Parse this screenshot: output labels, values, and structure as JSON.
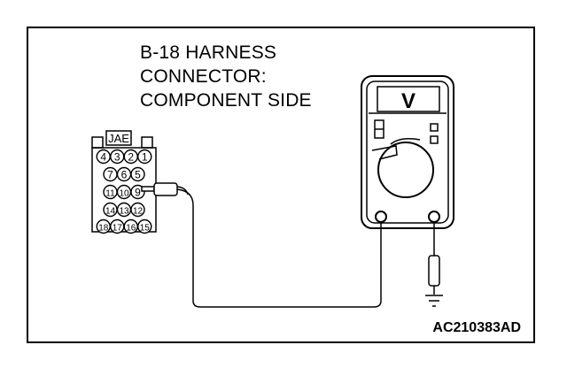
{
  "title_lines": [
    "B-18 HARNESS",
    "CONNECTOR:",
    "COMPONENT SIDE"
  ],
  "connector": {
    "maker_label": "JAE",
    "pin_rows": [
      [
        "4",
        "3",
        "2",
        "1"
      ],
      [
        "7",
        "6",
        "5"
      ],
      [
        "11",
        "10",
        "9"
      ],
      [
        "14",
        "13",
        "12"
      ],
      [
        "18",
        "17",
        "16",
        "15"
      ]
    ],
    "probed_pin": "9"
  },
  "meter": {
    "display_symbol": "V"
  },
  "figure_code": "AC210383AD"
}
